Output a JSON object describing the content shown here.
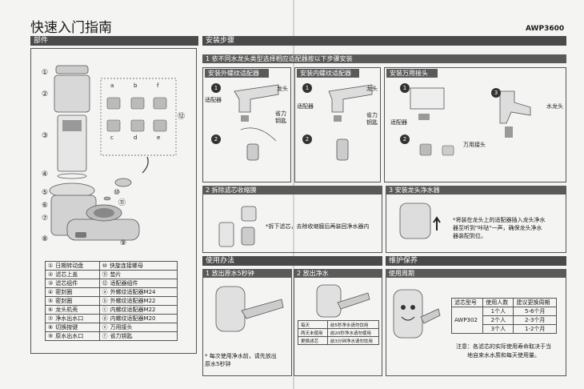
{
  "header": {
    "title": "快速入门指南",
    "model": "AWP3600"
  },
  "parts": {
    "heading": "部件",
    "callouts": [
      "①",
      "②",
      "③",
      "④",
      "⑤",
      "⑥",
      "⑦",
      "⑧",
      "⑨",
      "⑩",
      "⑪",
      "⑫"
    ],
    "adapter_labels": [
      "a",
      "b",
      "c",
      "d",
      "e",
      "f"
    ],
    "table_left": [
      {
        "num": "①",
        "text": "日期转动盘"
      },
      {
        "num": "②",
        "text": "滤芯上盖"
      },
      {
        "num": "③",
        "text": "滤芯组件"
      },
      {
        "num": "④",
        "text": "密封圈"
      },
      {
        "num": "⑤",
        "text": "密封圈"
      },
      {
        "num": "⑥",
        "text": "龙头机壳"
      },
      {
        "num": "⑦",
        "text": "净水出水口"
      },
      {
        "num": "⑧",
        "text": "切换按键"
      },
      {
        "num": "⑨",
        "text": "原水出水口"
      }
    ],
    "table_right": [
      {
        "num": "⑩",
        "text": "快旋连接螺母"
      },
      {
        "num": "⑪",
        "text": "垫片"
      },
      {
        "num": "⑫",
        "text": "适配器组件"
      },
      {
        "num": "ⓐ",
        "text": "外螺纹适配器M24"
      },
      {
        "num": "ⓑ",
        "text": "外螺纹适配器M22"
      },
      {
        "num": "ⓒ",
        "text": "内螺纹适配器M22"
      },
      {
        "num": "ⓓ",
        "text": "内螺纹适配器M20"
      },
      {
        "num": "ⓔ",
        "text": "万用接头"
      },
      {
        "num": "ⓕ",
        "text": "省力钥匙"
      }
    ]
  },
  "install": {
    "heading": "安装步骤",
    "step1": "1 依不同水龙头类型选择相应适配器按以下步骤安装",
    "ext": {
      "title": "安装外螺纹适配器",
      "faucet": "龙头",
      "adapter": "适配器",
      "key": "省力\n钥匙"
    },
    "int": {
      "title": "安装内螺纹适配器",
      "faucet": "龙头",
      "adapter": "适配器",
      "key": "省力\n钥匙"
    },
    "univ": {
      "title": "安装万用接头",
      "adapter": "适配器",
      "faucet": "水龙头",
      "joint": "万用接头"
    },
    "step2": {
      "title": "2 拆除滤芯收缩膜",
      "text": "*拆下滤芯，去除收缩膜后再装回净水器内"
    },
    "step3": {
      "title": "3 安装龙头净水器",
      "text": "*将装在龙头上的适配器插入龙头净水\n器至听到\"咔哒\"一声，确保龙头净水\n器装配到位。"
    }
  },
  "usage": {
    "heading": "使用办法",
    "s1": {
      "title": "1 放出原水5秒钟",
      "text": "* 每次使用净水前，请先放出\n原水5秒钟"
    },
    "s2": {
      "title": "2 放出净水"
    },
    "indicator": [
      {
        "label": "每天",
        "text": "前5秒净水请勿饮用"
      },
      {
        "label": "两天未使用",
        "text": "前20秒净水请勿使用"
      },
      {
        "label": "更换滤芯",
        "text": "前3分钟净水请勿饮用"
      }
    ]
  },
  "maintenance": {
    "heading": "维护保养",
    "period": "使用周期",
    "table": {
      "headers": [
        "滤芯型号",
        "使用人数",
        "建议更换周期"
      ],
      "model": "AWP302",
      "rows": [
        [
          "1个人",
          "5-6个月"
        ],
        [
          "2个人",
          "2-3个月"
        ],
        [
          "3个人",
          "1-2个月"
        ]
      ]
    },
    "note": "注意：各滤芯的实际使用寿命取决于当\n地自来水水质和每天使用量。"
  }
}
